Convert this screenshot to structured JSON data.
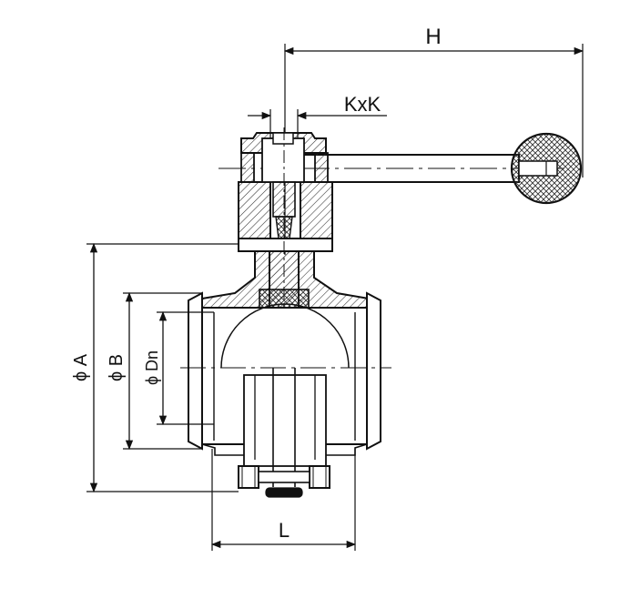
{
  "drawing": {
    "dimensions": {
      "h": "H",
      "kxk": "KxK",
      "phi_a": "ϕ A",
      "phi_b": "ϕ B",
      "phi_dn": "ϕ Dn",
      "l": "L"
    },
    "colors": {
      "line": "#111111",
      "hatch": "#444444",
      "background": "#ffffff"
    }
  }
}
